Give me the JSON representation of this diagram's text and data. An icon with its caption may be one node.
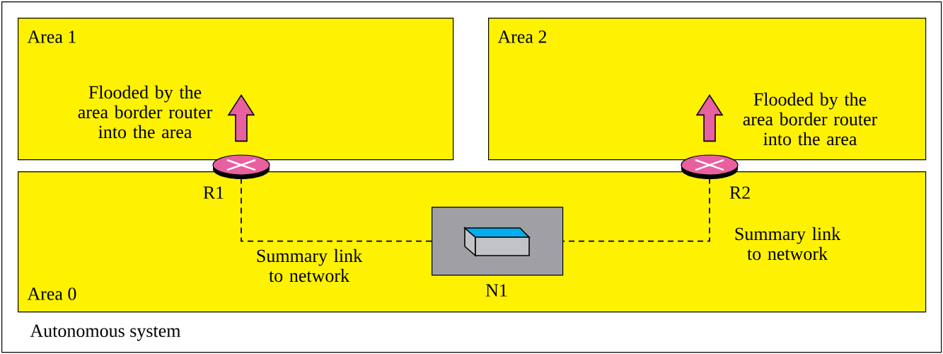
{
  "diagram": {
    "nodes": [
      {
        "text": [
          "Autonomous system"
        ]
      },
      {
        "text": [
          "Area 1"
        ],
        "in": 0
      },
      {
        "text": [
          "Area 2"
        ],
        "in": 0
      },
      {
        "text": [
          "Area 0"
        ],
        "in": 0
      },
      {
        "text": [],
        "shape": "router",
        "beside": [
          "R1"
        ],
        "in": 0
      },
      {
        "text": [],
        "shape": "router",
        "beside": [
          "R2"
        ],
        "in": 0
      },
      {
        "text": [],
        "shape": "box",
        "beside": [
          "N1"
        ],
        "in": 3
      }
    ],
    "edges": [
      {
        "from": 4,
        "to": 6,
        "arrow": "none",
        "style": "dashed",
        "label": "Summary link to network"
      },
      {
        "from": 5,
        "to": 6,
        "arrow": "none",
        "style": "dashed",
        "label": "Summary link to network"
      },
      {
        "from": 4,
        "to": null,
        "arrow": "to",
        "style": "thick",
        "color": "#e8609f"
      },
      {
        "from": 5,
        "to": null,
        "arrow": "to",
        "style": "thick",
        "color": "#e8609f"
      }
    ],
    "labels": [
      "Flooded by the area border router into the area",
      "Flooded by the area border router into the area"
    ]
  }
}
